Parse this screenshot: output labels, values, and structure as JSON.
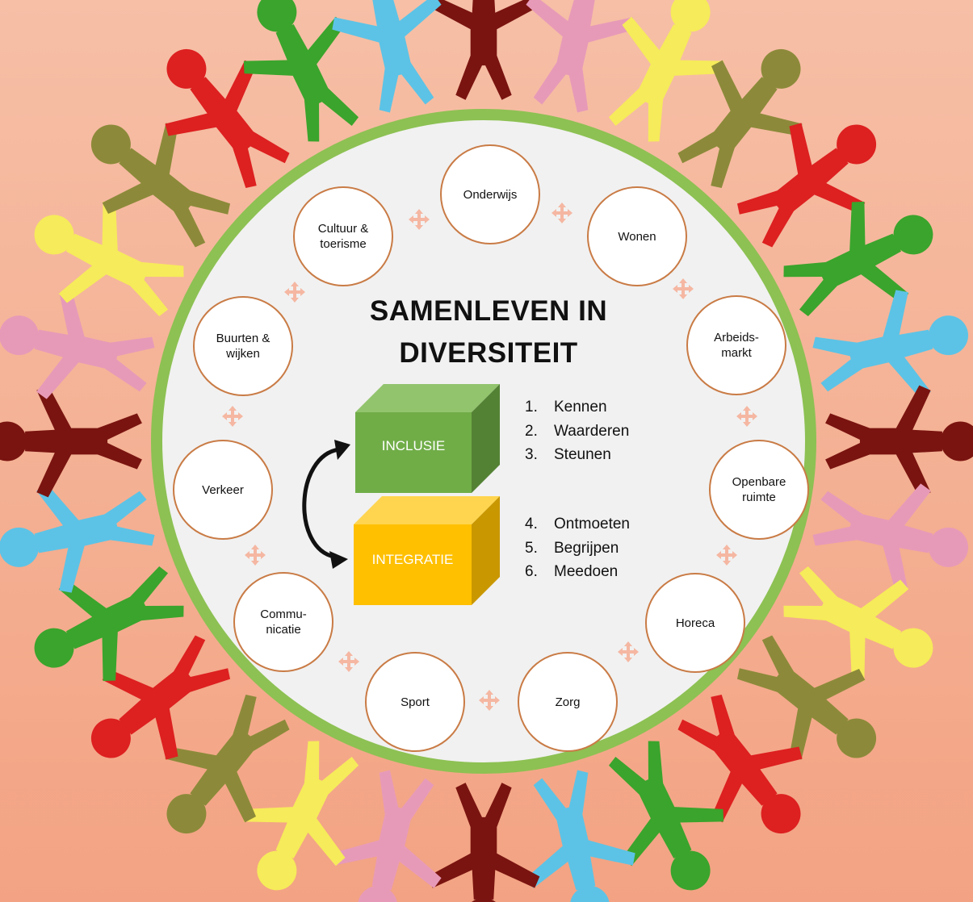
{
  "title": {
    "line1": "SAMENLEVEN IN",
    "line2": "DIVERSITEIT"
  },
  "nodes": [
    {
      "id": "onderwijs",
      "lines": [
        "Onderwijs"
      ]
    },
    {
      "id": "wonen",
      "lines": [
        "Wonen"
      ]
    },
    {
      "id": "arbeidsmarkt",
      "lines": [
        "Arbeids-",
        "markt"
      ]
    },
    {
      "id": "openbare-ruimte",
      "lines": [
        "Openbare",
        "ruimte"
      ]
    },
    {
      "id": "horeca",
      "lines": [
        "Horeca"
      ]
    },
    {
      "id": "zorg",
      "lines": [
        "Zorg"
      ]
    },
    {
      "id": "sport",
      "lines": [
        "Sport"
      ]
    },
    {
      "id": "communicatie",
      "lines": [
        "Commu-",
        "nicatie"
      ]
    },
    {
      "id": "verkeer",
      "lines": [
        "Verkeer"
      ]
    },
    {
      "id": "buurten-wijken",
      "lines": [
        "Buurten &",
        "wijken"
      ]
    },
    {
      "id": "cultuur-toerisme",
      "lines": [
        "Cultuur &",
        "toerisme"
      ]
    }
  ],
  "boxes": {
    "inclusie": {
      "label": "INCLUSIE",
      "front": "#70ad47",
      "top": "#92c46d",
      "side": "#548235"
    },
    "integratie": {
      "label": "INTEGRATIE",
      "front": "#ffc000",
      "top": "#ffd54f",
      "side": "#c99700"
    }
  },
  "inclusie_steps": [
    {
      "num": "1.",
      "text": "Kennen"
    },
    {
      "num": "2.",
      "text": "Waarderen"
    },
    {
      "num": "3.",
      "text": "Steunen"
    }
  ],
  "integratie_steps": [
    {
      "num": "4.",
      "text": "Ontmoeten"
    },
    {
      "num": "5.",
      "text": "Begrijpen"
    },
    {
      "num": "6.",
      "text": "Meedoen"
    }
  ],
  "colors": {
    "background": "#f7b49b",
    "inner_circle": "#f1f1f1",
    "ring": "#8dc153",
    "node_border": "#c97b45",
    "people": [
      "#7a1410",
      "#e79ab8",
      "#f6eb5a",
      "#8c8a3a",
      "#dd2020",
      "#3aa42c",
      "#5cc3e6"
    ]
  },
  "icons": [
    "people-figure-icon",
    "four-way-arrow-icon",
    "curved-double-arrow-icon"
  ]
}
